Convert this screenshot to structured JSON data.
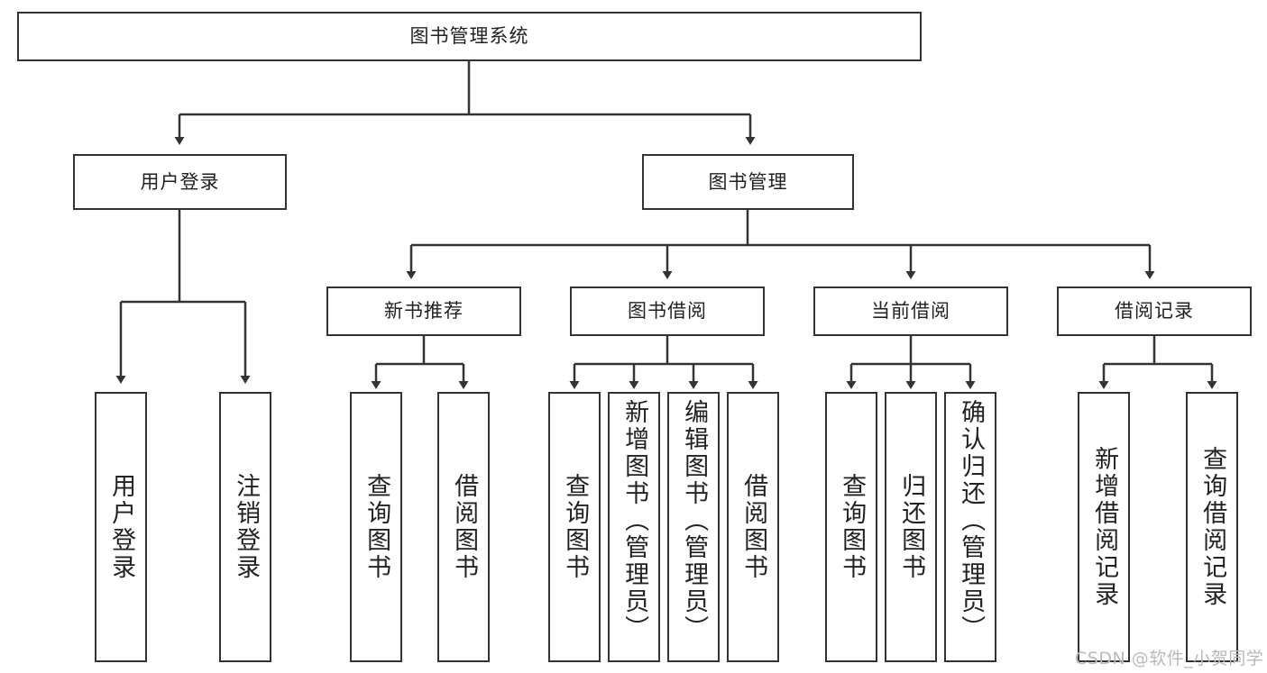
{
  "diagram": {
    "title": "图书管理系统",
    "type": "hierarchy-tree",
    "levels": {
      "root": {
        "label": "图书管理系统"
      },
      "level2": [
        {
          "label": "用户登录"
        },
        {
          "label": "图书管理"
        }
      ],
      "level3": [
        {
          "label": "新书推荐"
        },
        {
          "label": "图书借阅"
        },
        {
          "label": "当前借阅"
        },
        {
          "label": "借阅记录"
        }
      ],
      "leaves": {
        "user_login": [
          {
            "label": "用户登录"
          },
          {
            "label": "注销登录"
          }
        ],
        "new_book_recommend": [
          {
            "label": "查询图书"
          },
          {
            "label": "借阅图书"
          }
        ],
        "book_borrow": [
          {
            "label": "查询图书"
          },
          {
            "label": "新增图书（管理员）"
          },
          {
            "label": "编辑图书（管理员）"
          },
          {
            "label": "借阅图书"
          }
        ],
        "current_borrow": [
          {
            "label": "查询图书"
          },
          {
            "label": "归还图书"
          },
          {
            "label": "确认归还（管理员）"
          }
        ],
        "borrow_record": [
          {
            "label": "新增借阅记录"
          },
          {
            "label": "查询借阅记录"
          }
        ]
      }
    }
  },
  "watermark": {
    "text": "CSDN @软件_小贺同学"
  },
  "colors": {
    "stroke": "#333333",
    "background": "#ffffff",
    "text": "#222222",
    "watermark": "#b9b9b9"
  }
}
